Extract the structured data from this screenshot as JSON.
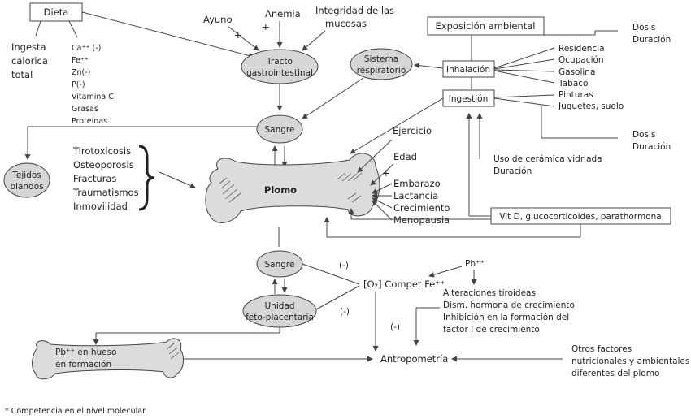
{
  "dieta": {
    "title": "Dieta",
    "ingesta": [
      "Ingesta",
      "calorica",
      "total"
    ],
    "nutrients": [
      "Ca⁺⁺  (-)",
      "Fe⁺⁺",
      "Zn(-)",
      "P(-)",
      "Vitamina C",
      "Grasas",
      "Proteínas"
    ]
  },
  "top_factors": {
    "ayuno": "Ayuno",
    "anemia": "Anemia",
    "integridad": [
      "Integridad de las",
      "mucosas"
    ],
    "plus1": "+",
    "plus2": "+"
  },
  "nodes": {
    "tracto": [
      "Tracto",
      "gastrointestinal"
    ],
    "sistema": [
      "Sistema",
      "respiratorio"
    ],
    "sangre1": "Sangre",
    "tejidos": [
      "Tejidos",
      "blandos"
    ],
    "plomo": "Plomo",
    "sangre2": "Sangre",
    "unidad": [
      "Unidad",
      "feto-placentaria"
    ],
    "hueso": [
      "Pb⁺⁺ en hueso",
      "en formación"
    ],
    "antropometria": "Antropometría"
  },
  "exposicion": {
    "title": "Exposición ambiental",
    "inhalacion": "Inhalación",
    "ingestion": "Ingestión",
    "dosis_top": [
      "Dosis",
      "Duración"
    ],
    "inhal_items": [
      "Residencia",
      "Ocupación",
      "Gasolina",
      "Tabaco"
    ],
    "ingest_items": [
      "Pinturas",
      "Juguetes, suelo"
    ],
    "dosis_bottom": [
      "Dosis",
      "Duración"
    ],
    "ceramica": [
      "Uso de cerámica vidriada",
      "Duración"
    ],
    "vitd": "Vit D, glucocorticoides, parathormona"
  },
  "bone_conditions": [
    "Tirotoxicosis",
    "Osteoporosis",
    "Fracturas",
    "Traumatismos",
    "Inmovilidad"
  ],
  "right_of_bone": {
    "ejercicio": "Ejercicio",
    "edad": "Edad",
    "plus": "+",
    "items": [
      "Embarazo",
      "Lactancia",
      "Crecimiento",
      "Menopausia"
    ]
  },
  "molecular": {
    "minus1": "(-)",
    "minus2": "(-)",
    "minus3": "(-)",
    "compet": "[O₂] Compet Fe⁺⁺",
    "pb": "Pb⁺⁺",
    "effects": [
      "Alteraciones tiroideas",
      "Dism. hormona de crecimiento",
      "Inhibición en la formación del",
      "factor I de crecimiento"
    ]
  },
  "otros": [
    "Otros factores",
    "nutricionales y ambientales",
    "diferentes del plomo"
  ],
  "footnote": "* Competencia en el nivel molecular"
}
